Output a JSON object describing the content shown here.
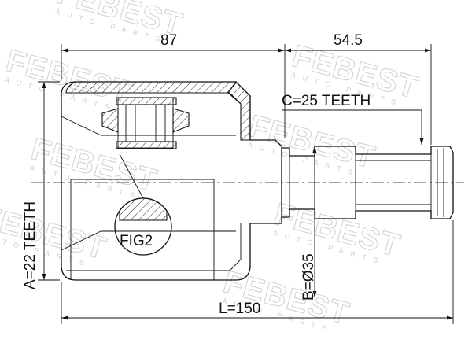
{
  "dimensions": {
    "overall_housing_length": "87",
    "stub_length": "54.5",
    "total_length": "L=150",
    "shaft_diameter": "B=Ø35"
  },
  "splines": {
    "inner_spline": "A=22 TEETH",
    "outer_spline": "C=25 TEETH"
  },
  "callouts": {
    "detail_figure": "FIG2"
  },
  "watermark": {
    "brand": "FEBEST",
    "tagline": "AUTO PARTS"
  }
}
